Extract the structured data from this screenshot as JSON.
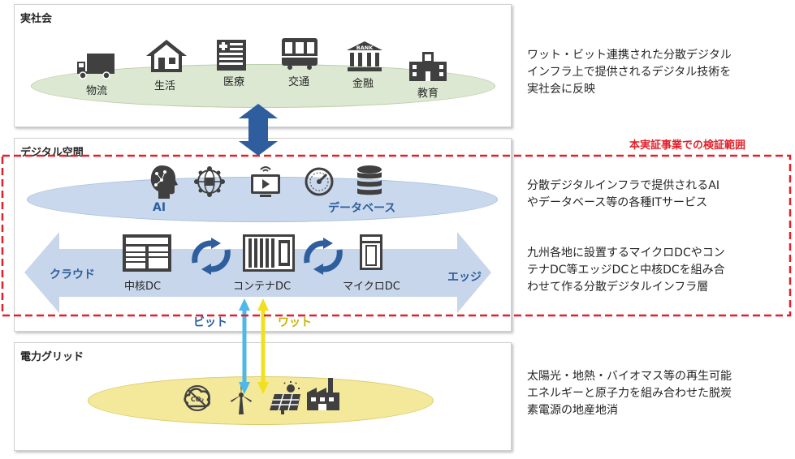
{
  "real_world": {
    "title": "実社会",
    "items": [
      "物流",
      "生活",
      "医療",
      "交通",
      "金融",
      "教育"
    ],
    "bank_sign": "BANK"
  },
  "digital_space": {
    "title": "デジタル空間",
    "services": [
      "AI",
      "データベース"
    ],
    "left_label": "クラウド",
    "right_label": "エッジ",
    "dc": [
      "中核DC",
      "コンテナDC",
      "マイクロDC"
    ]
  },
  "grid": {
    "title": "電力グリッド",
    "co2": "CO₂"
  },
  "arrows": {
    "bit": "ビット",
    "watt": "ワット"
  },
  "scope_label": "本実証事業での検証範囲",
  "descriptions": {
    "real_world": [
      "ワット・ビット連携された分散デジタル",
      "インフラ上で提供されるデジタル技術を",
      "実社会に反映"
    ],
    "services": [
      "分散デジタルインフラで提供されるAI",
      "やデータベース等の各種ITサービス"
    ],
    "infra": [
      "九州各地に設置するマイクロDCやコン",
      "テナDC等エッジDCと中核DCを組み合",
      "わせて作る分散デジタルインフラ層"
    ],
    "grid": [
      "太陽光・地熱・バイオマス等の再生可能",
      "エネルギーと原子力を組み合わせた脱炭",
      "素電源の地産地消"
    ]
  },
  "colors": {
    "real_ellipse": "#dce8d2",
    "digital_ellipse": "#c9d8ec",
    "band": "#c7d6ea",
    "grid_ellipse": "#f4e89a",
    "dark_blue": "#2e5e9e",
    "scope_red": "#e0202a",
    "bit_arrow": "#4fb8e8",
    "watt_arrow": "#f0e020",
    "icon": "#404040"
  }
}
